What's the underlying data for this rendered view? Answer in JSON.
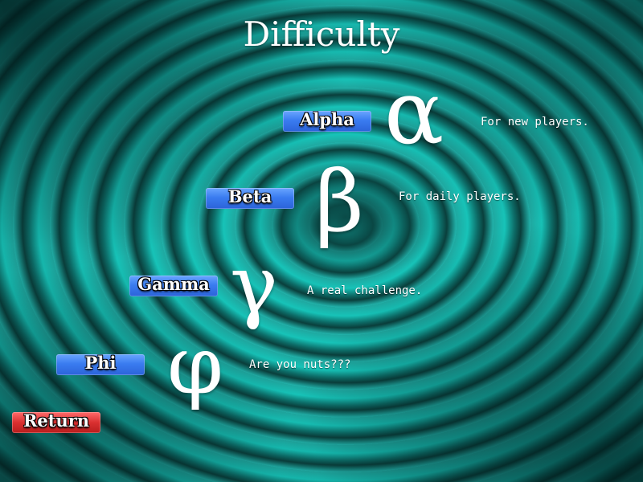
{
  "screen": {
    "title": "Difficulty",
    "colors": {
      "button_blue": "#3a7cf0",
      "button_red": "#d93030",
      "background_teal": "#17c3b8"
    },
    "difficulties": [
      {
        "label": "Alpha",
        "symbol": "α",
        "description": "For new players."
      },
      {
        "label": "Beta",
        "symbol": "β",
        "description": "For daily players."
      },
      {
        "label": "Gamma",
        "symbol": "γ",
        "description": "A real challenge."
      },
      {
        "label": "Phi",
        "symbol": "φ",
        "description": "Are you nuts???"
      }
    ],
    "return_label": "Return"
  }
}
